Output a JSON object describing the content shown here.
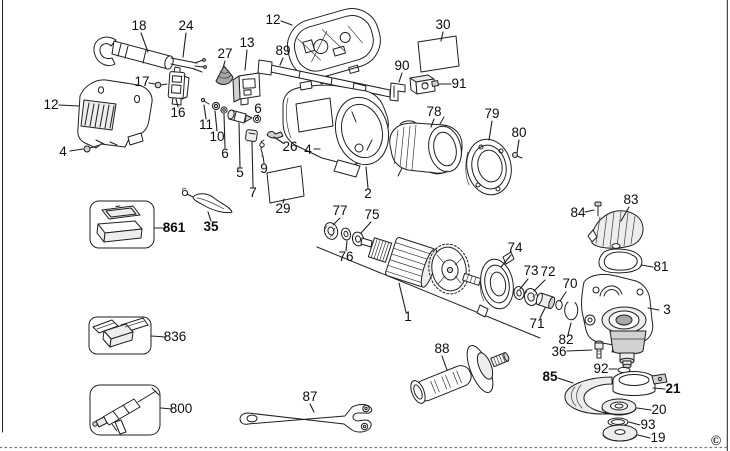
{
  "diagram": {
    "kind": "exploded-parts-diagram",
    "colors": {
      "line": "#1f1f1f",
      "background": "#ffffff",
      "shade_light": "#ededed",
      "shade_mid": "#d2d2d2"
    },
    "copyright_symbol": "©",
    "labels": {
      "p18": "18",
      "p24": "24",
      "p17": "17",
      "p16": "16",
      "p12a": "12",
      "p4a": "4",
      "p27": "27",
      "p13": "13",
      "p11": "11",
      "p10": "10",
      "p6a": "6",
      "p5": "5",
      "p7": "7",
      "p6b": "6",
      "p9": "9",
      "p26": "26",
      "p4b": "4",
      "p29": "29",
      "p12b": "12",
      "p89": "89",
      "p2": "2",
      "p30": "30",
      "p90": "90",
      "p91": "91",
      "p78": "78",
      "p79": "79",
      "p80": "80",
      "p77": "77",
      "p76": "76",
      "p75": "75",
      "p1": "1",
      "p74": "74",
      "p73": "73",
      "p72": "72",
      "p70": "70",
      "p71": "71",
      "p82": "82",
      "p36": "36",
      "p83": "83",
      "p84": "84",
      "p81": "81",
      "p3": "3",
      "p92": "92",
      "p85": "85",
      "p21": "21",
      "p20": "20",
      "p93": "93",
      "p19": "19",
      "p861": "861",
      "p35": "35",
      "p836": "836",
      "p800": "800",
      "p88": "88",
      "p87": "87"
    }
  }
}
